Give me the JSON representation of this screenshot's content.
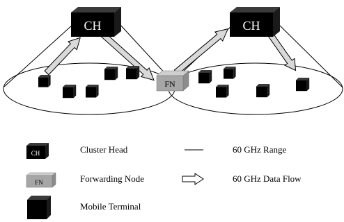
{
  "diagram": {
    "cluster_head_label": "CH",
    "forwarding_node_label": "FN",
    "legend": {
      "cluster_head_icon_label": "CH",
      "forwarding_node_icon_label": "FN",
      "cluster_head": "Cluster Head",
      "forwarding_node": "Forwarding Node",
      "mobile_terminal": "Mobile Terminal",
      "range": "60 GHz Range",
      "data_flow": "60 GHz Data Flow"
    }
  },
  "colors": {
    "node_dark": "#000000",
    "forwarding_node": "#a6a6a6",
    "arrow_fill": "#d9d9d9",
    "line": "#000000"
  }
}
